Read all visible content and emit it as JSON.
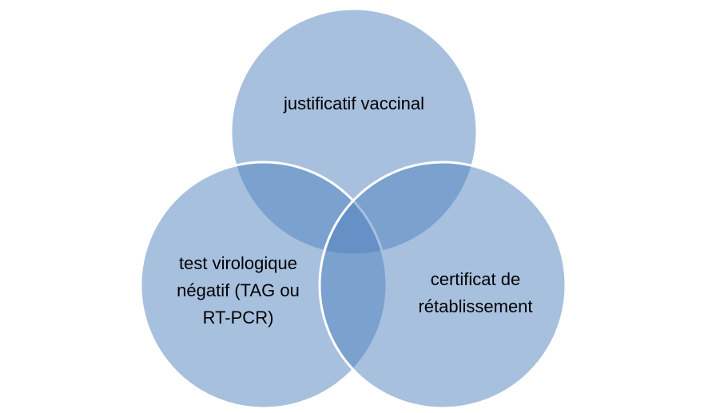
{
  "diagram": {
    "type": "venn",
    "fill_color": "#4f81bd",
    "stroke_color": "#ffffff",
    "sets": [
      {
        "id": "top",
        "lines": [
          "justificatif vaccinal"
        ]
      },
      {
        "id": "left",
        "lines": [
          "test virologique",
          "négatif (TAG ou",
          "RT-PCR)"
        ]
      },
      {
        "id": "right",
        "lines": [
          "certificat de",
          "rétablissement"
        ]
      }
    ]
  }
}
